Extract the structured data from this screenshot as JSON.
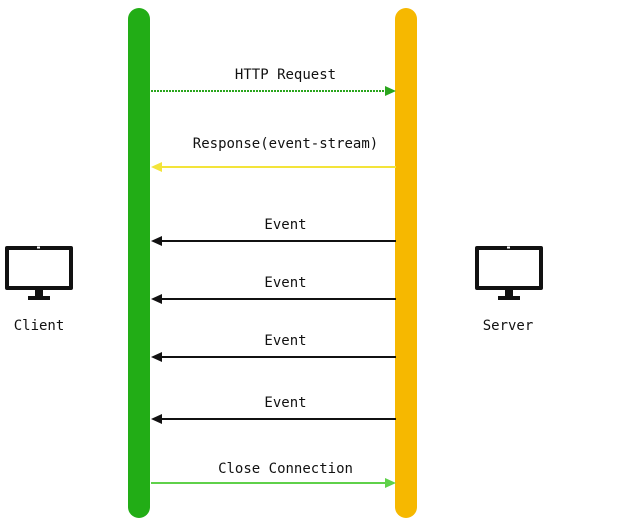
{
  "participants": {
    "client": {
      "label": "Client",
      "color": "#22ad16",
      "icon": "desktop-monitor-icon"
    },
    "server": {
      "label": "Server",
      "color": "#f6b800",
      "icon": "desktop-monitor-icon"
    }
  },
  "messages": [
    {
      "label": "HTTP Request",
      "from": "client",
      "to": "server",
      "color": "#2aa51d",
      "style": "dashed"
    },
    {
      "label": "Response(event-stream)",
      "from": "server",
      "to": "client",
      "color": "#f3e43a",
      "style": "solid"
    },
    {
      "label": "Event",
      "from": "server",
      "to": "client",
      "color": "#111111",
      "style": "solid"
    },
    {
      "label": "Event",
      "from": "server",
      "to": "client",
      "color": "#111111",
      "style": "solid"
    },
    {
      "label": "Event",
      "from": "server",
      "to": "client",
      "color": "#111111",
      "style": "solid"
    },
    {
      "label": "Event",
      "from": "server",
      "to": "client",
      "color": "#111111",
      "style": "solid"
    },
    {
      "label": "Close Connection",
      "from": "client",
      "to": "server",
      "color": "#5fd14a",
      "style": "solid"
    }
  ]
}
